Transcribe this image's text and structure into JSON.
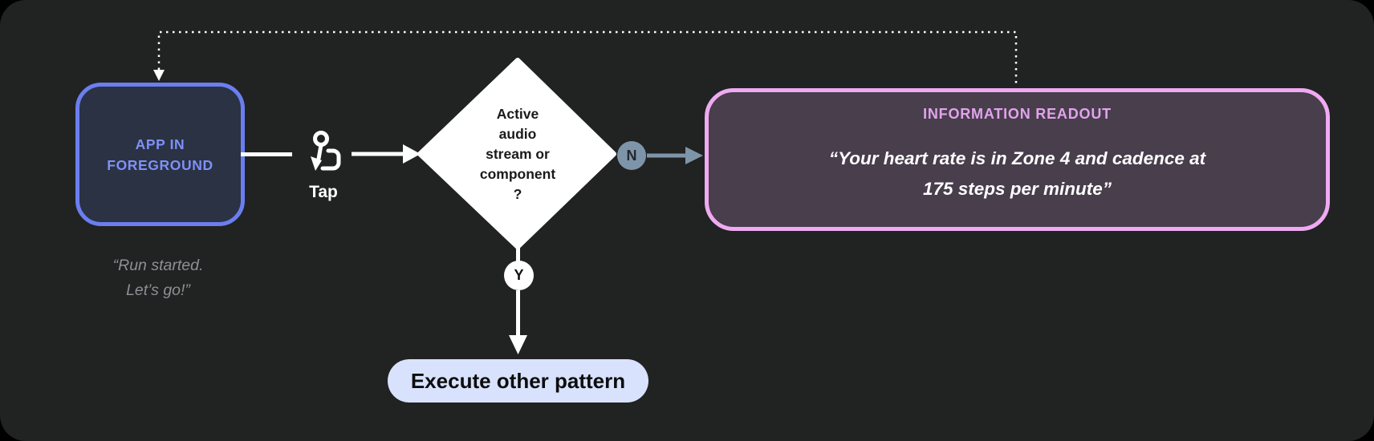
{
  "colors": {
    "panel_bg": "#212222",
    "app_border": "#6b7ef0",
    "app_fill": "#2a3244",
    "app_text": "#7f90f7",
    "caption_text": "#8d9094",
    "slate_branch": "#7e95a9",
    "readout_border": "#efaaf2",
    "readout_fill": "#483e4c",
    "readout_title": "#e2a3ec",
    "pill_fill": "#d9e2fc",
    "line_white": "#ffffff"
  },
  "app_node": {
    "label_line1": "APP IN",
    "label_line2": "FOREGROUND",
    "caption_line1": "“Run started.",
    "caption_line2": "Let’s go!”"
  },
  "tap": {
    "icon": "tap-gesture-icon",
    "label": "Tap"
  },
  "decision": {
    "lines": [
      "Active",
      "audio",
      "stream or",
      "component",
      "?"
    ]
  },
  "branches": {
    "no_label": "N",
    "yes_label": "Y"
  },
  "readout": {
    "title": "INFORMATION READOUT",
    "quote_line1": "“Your heart rate is in Zone 4 and cadence at",
    "quote_line2": "175 steps per minute”"
  },
  "action": {
    "label": "Execute other pattern"
  }
}
